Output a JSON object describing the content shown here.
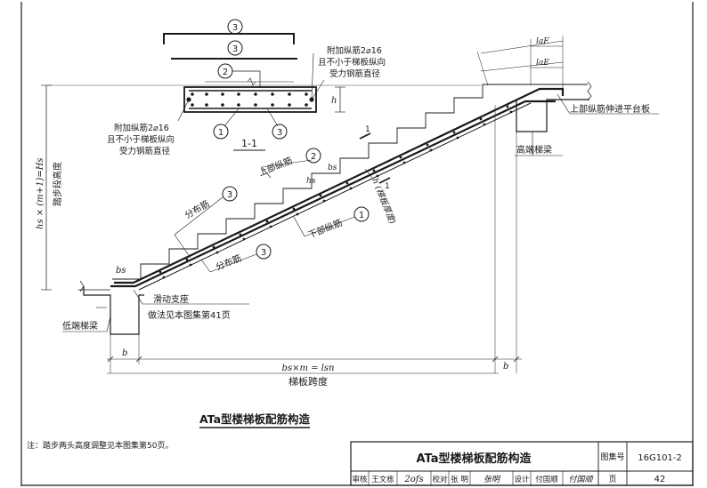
{
  "section_marks": {
    "circle_3": "3",
    "circle_2": "2",
    "circle_1": "1"
  },
  "section_title": "1-1",
  "cut_mark": "1",
  "additional_bar_left": [
    "附加纵筋2⌀16",
    "且不小于梯板纵向",
    "受力钢筋直径"
  ],
  "additional_bar_right": [
    "附加纵筋2⌀16",
    "且不小于梯板纵向",
    "受力钢筋直径"
  ],
  "h_label": "h",
  "hs_label": "hs",
  "bs_label": "bs",
  "b_label": "b",
  "lae_label": "laE",
  "upper_bar_label": "上部纵筋",
  "lower_bar_label": "下部纵筋",
  "dist_bar_label": "分布筋",
  "dist_bar_label_2": "分布筋",
  "thickness_label": "h (梯板厚度)",
  "height_formula": "hs × (m+1)=Hs",
  "height_caption": "踏步段高度",
  "upper_bar_into_landing": "上部纵筋伸进平台板",
  "high_beam": "高端梯梁",
  "low_beam": "低端梯梁",
  "sliding_support": "滑动支座",
  "sliding_support_ref": "做法见本图集第41页",
  "span_formula": "bs×m = lsn",
  "span_caption": "梯板跨度",
  "figure_title": "ATa型楼梯板配筋构造",
  "note": "注：踏步两头高度调整见本图集第50页。",
  "title_block": {
    "title": "ATa型楼梯板配筋构造",
    "atlas_label": "图集号",
    "atlas_no": "16G101-2",
    "review_label": "审核",
    "reviewer": "王文栋",
    "review_sig": "2ofs",
    "check_label": "校对",
    "checker": "张  明",
    "check_sig": "张明",
    "design_label": "设计",
    "designer": "付国顺",
    "design_sig": "付国顺",
    "page_label": "页",
    "page_no": "42"
  }
}
